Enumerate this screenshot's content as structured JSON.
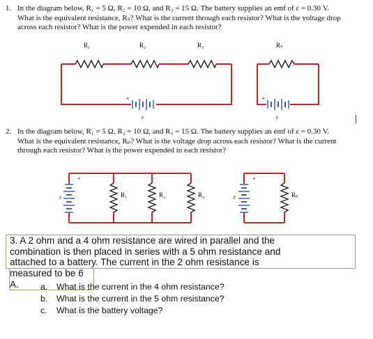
{
  "q1": {
    "number": "1.",
    "line1": "In the diagram below, R₁ = 5 Ω, R₂ = 10 Ω, and R₃ = 15 Ω. The battery supplies an emf of ε = 0.30 V.",
    "line2": "What is the equivalent resistance, Rₛ? What is the current through each resistor? What is the voltage drop",
    "line3": "across each resistor? What is the power expended in each resistor?",
    "labels": {
      "r1": "R₁",
      "r2": "R₂",
      "r3": "R₃",
      "rs": "Rₛ",
      "emf": "ε",
      "plus": "+"
    }
  },
  "q2": {
    "number": "2.",
    "line1": "In the diagram below, R₁ = 5 Ω, R₂ = 10 Ω, and R₃ = 15 Ω. The battery supplies an emf of ε  = 0.30 V.",
    "line2": "What is the equivalent resistance, Rₚ? What is the voltage drop across each resistor? What is the current",
    "line3": "through each resistor? What is the power expended in each resistor?",
    "labels": {
      "r1": "R₁",
      "r2": "R₂",
      "r3": "R₃",
      "rp": "Rₚ",
      "emf": "ε",
      "plus": "+"
    }
  },
  "q3": {
    "line1": "3. A 2 ohm and a 4 ohm resistance are wired in parallel and the",
    "line2": "combination is then placed in series with a 5 ohm resistance and",
    "line3": "attached to a battery. The current in the 2 ohm resistance is",
    "line4": "measured to be 6 A.",
    "parts": [
      {
        "letter": "a.",
        "text": "What is the current in the 4 ohm resistance?"
      },
      {
        "letter": "b.",
        "text": "What is the current in the 5 ohm resistance?"
      },
      {
        "letter": "c.",
        "text": "What is the battery voltage?"
      }
    ]
  },
  "colors": {
    "wire": "#cc2222",
    "component": "#222222",
    "battery_long": "#2266cc",
    "box_border": "#9aa56a"
  }
}
